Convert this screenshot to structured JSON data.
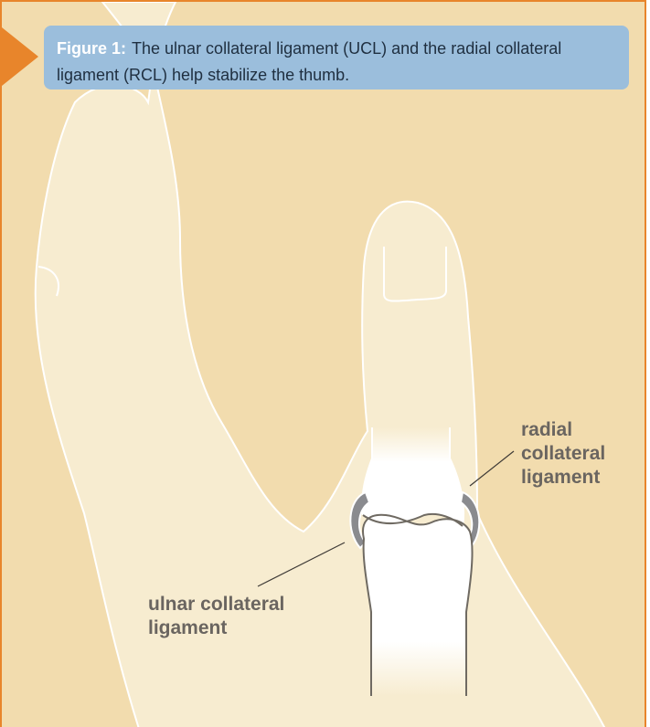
{
  "caption": {
    "label": "Figure 1:",
    "text": "The ulnar collateral ligament (UCL) and the radial collateral ligament (RCL) help stabilize the thumb."
  },
  "callouts": {
    "radial": [
      "radial",
      "collateral",
      "ligament"
    ],
    "ulnar": [
      "ulnar collateral",
      "ligament"
    ]
  },
  "colors": {
    "background": "#f2dcae",
    "hand": "#f7ecd0",
    "border_accent": "#e8852b",
    "caption_bg": "#9bbedc",
    "ligament": "#8a8b8f",
    "bone": "#ffffff"
  }
}
